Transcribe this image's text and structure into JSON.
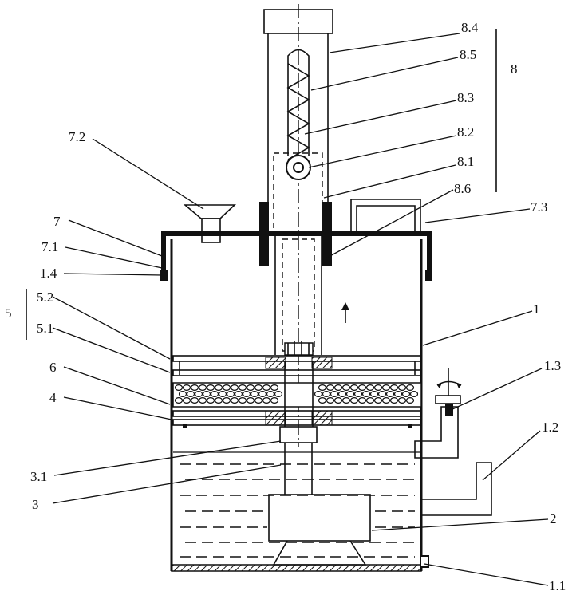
{
  "labels": {
    "l_8_4": "8.4",
    "l_8_5": "8.5",
    "l_8": "8",
    "l_8_3": "8.3",
    "l_8_2": "8.2",
    "l_8_1": "8.1",
    "l_8_6": "8.6",
    "l_7_2": "7.2",
    "l_7": "7",
    "l_7_1": "7.1",
    "l_7_3": "7.3",
    "l_1_4": "1.4",
    "l_5": "5",
    "l_5_2": "5.2",
    "l_5_1": "5.1",
    "l_1": "1",
    "l_6": "6",
    "l_1_3": "1.3",
    "l_4": "4",
    "l_1_2": "1.2",
    "l_3_1": "3.1",
    "l_3": "3",
    "l_2": "2",
    "l_1_1": "1.1"
  },
  "colors": {
    "ink": "#111111",
    "paper": "#ffffff"
  },
  "flow_arrow": "up-arrow-icon"
}
